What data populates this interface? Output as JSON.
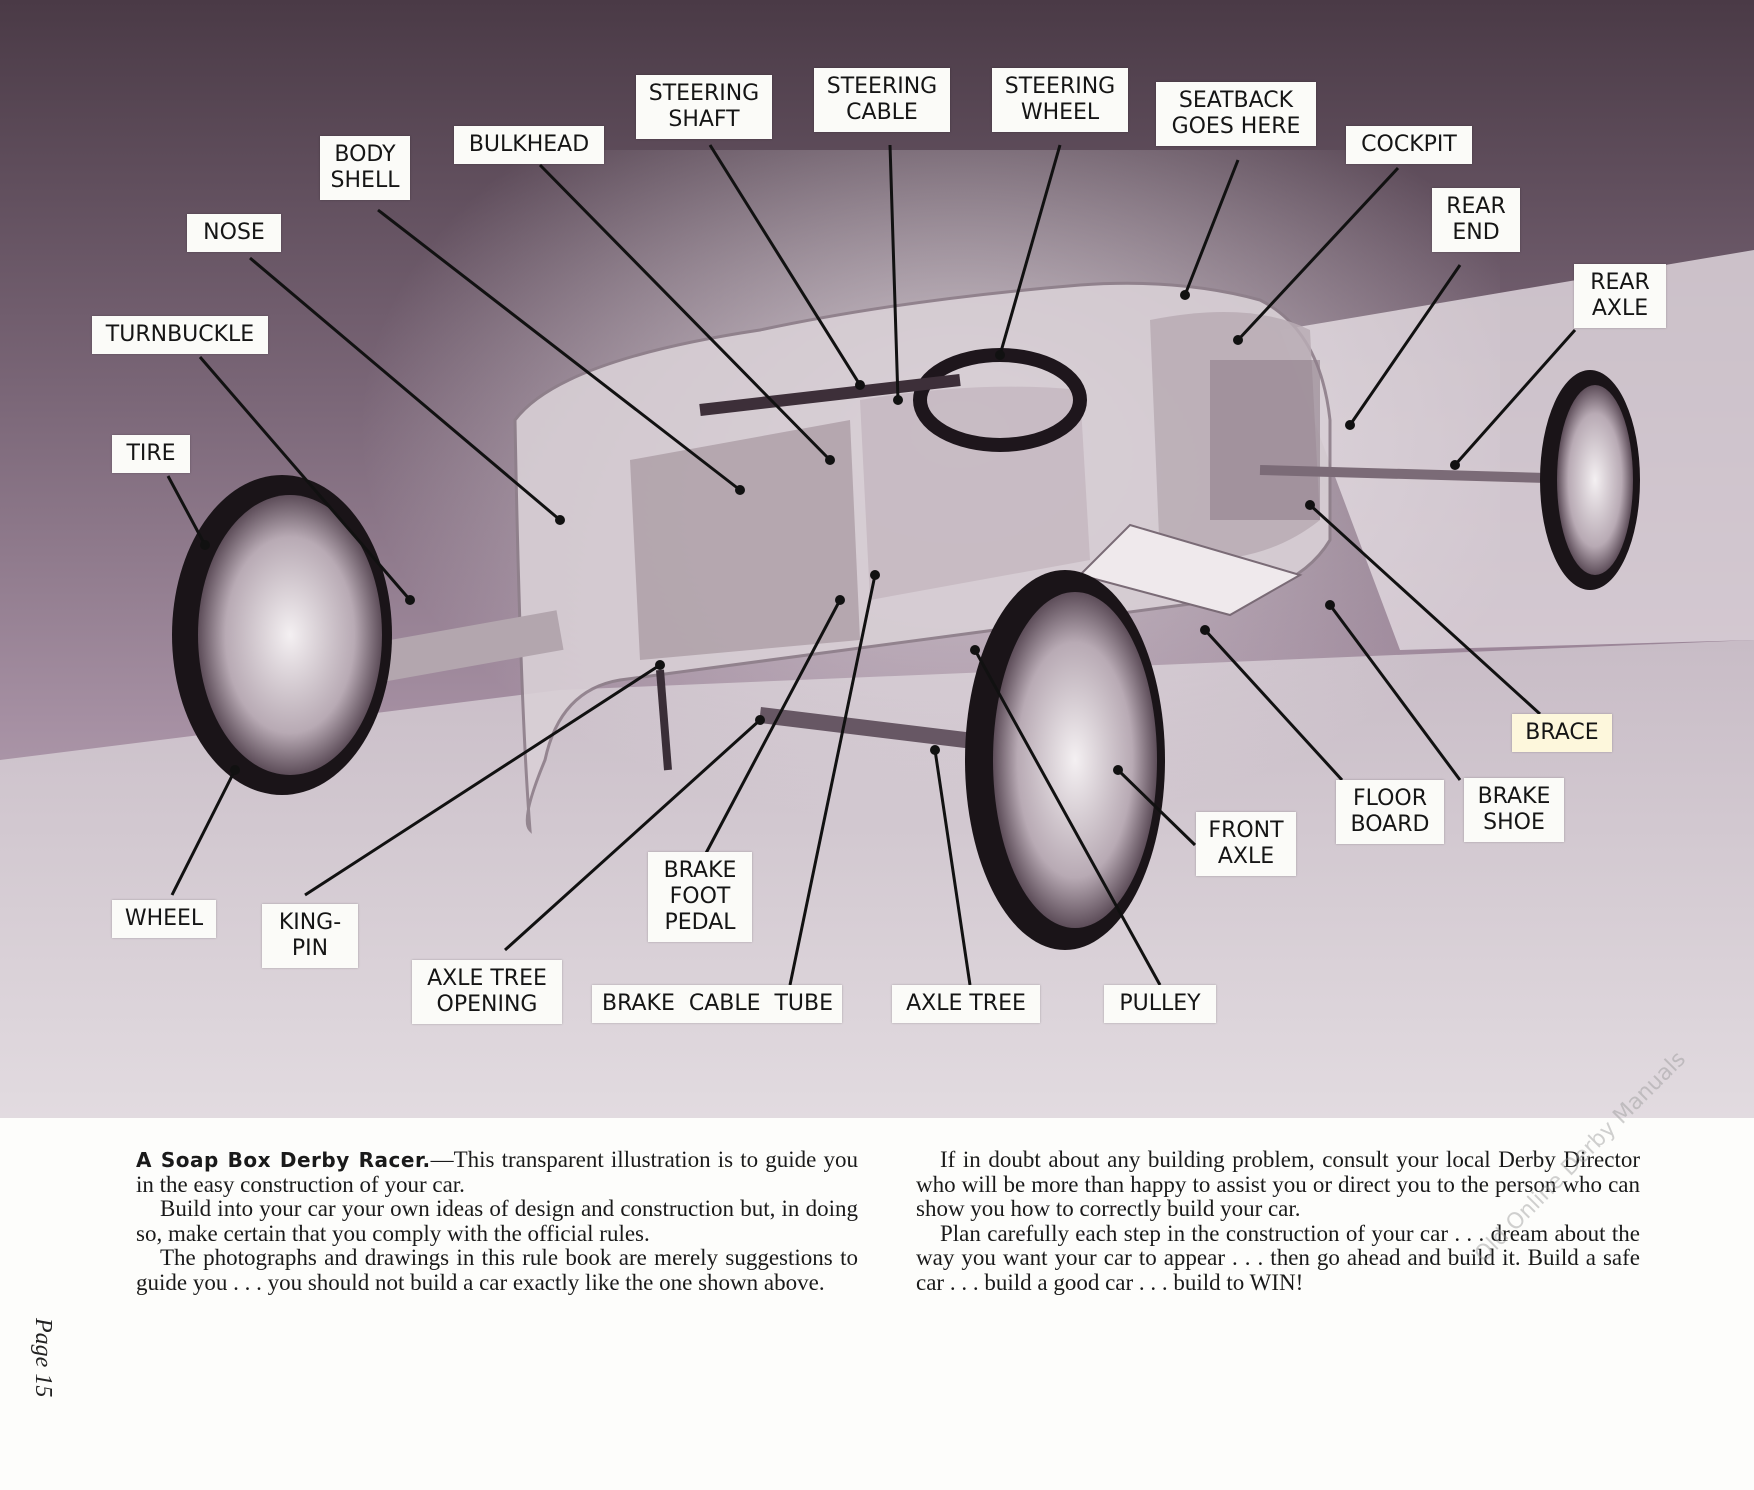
{
  "diagram": {
    "labels": {
      "steering_shaft": "STEERING\nSHAFT",
      "steering_cable": "STEERING\nCABLE",
      "steering_wheel": "STEERING\nWHEEL",
      "seatback": "SEATBACK\nGOES HERE",
      "bulkhead": "BULKHEAD",
      "body_shell": "BODY\nSHELL",
      "cockpit": "COCKPIT",
      "nose": "NOSE",
      "rear_end": "REAR\nEND",
      "rear_axle": "REAR\nAXLE",
      "turnbuckle": "TURNBUCKLE",
      "tire": "TIRE",
      "brace": "BRACE",
      "floor_board": "FLOOR\nBOARD",
      "brake_shoe": "BRAKE\nSHOE",
      "front_axle": "FRONT\nAXLE",
      "brake_foot_pedal": "BRAKE\nFOOT\nPEDAL",
      "wheel": "WHEEL",
      "king_pin": "KING-\nPIN",
      "axle_tree_opening": "AXLE TREE\nOPENING",
      "brake_cable_tube": "BRAKE  CABLE  TUBE",
      "axle_tree": "AXLE TREE",
      "pulley": "PULLEY"
    }
  },
  "caption": {
    "left_lead": "A Soap Box Derby Racer.",
    "left_p1_rest": "—This transparent illustration is to guide you in the easy construction of your car.",
    "left_p2": "Build into your car your own ideas of design and construction but, in doing so, make certain that you comply with the official rules.",
    "left_p3": "The photographs and drawings in this rule book are merely suggestions to guide you . . . you should not build a car exactly like the one shown above.",
    "right_p1": "If in doubt about any building problem, consult your local Derby Director who will be more than happy to assist you or direct you to the person who can show you how to correctly build your car.",
    "right_p2": "Plan carefully each step in the construction of your car . . . dream about the way you want your car to appear . . . then go ahead and build it. Build a safe car . . . build a good car . . . build to WIN!"
  },
  "page_number": "Page 15",
  "watermark": "Old Online Derby Manuals"
}
